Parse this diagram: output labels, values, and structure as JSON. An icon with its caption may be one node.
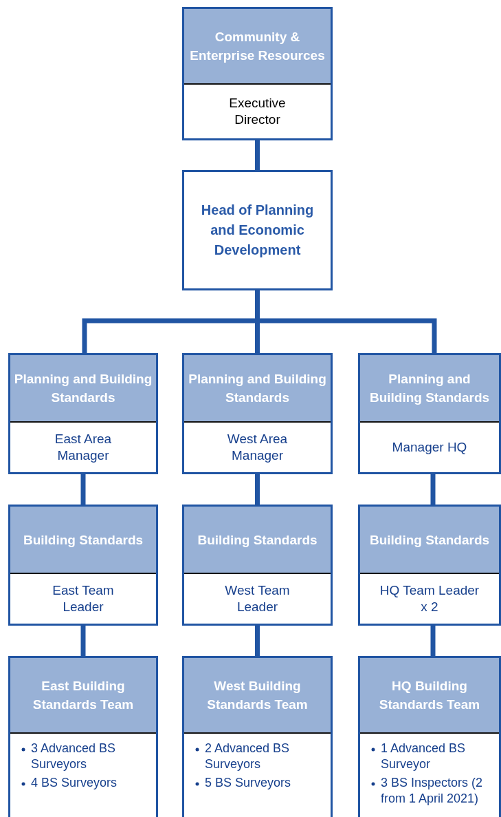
{
  "diagram": {
    "nodes": [
      {
        "text": [
          "Community & Enterprise Resources",
          "Executive Director"
        ]
      },
      {
        "text": [
          "Head of Planning and Economic Development"
        ]
      },
      {
        "text": [
          "Planning and Building Standards",
          "East Area Manager"
        ]
      },
      {
        "text": [
          "Planning and Building Standards",
          "West Area Manager"
        ]
      },
      {
        "text": [
          "Planning and Building Standards",
          "Manager HQ"
        ]
      },
      {
        "text": [
          "Building Standards",
          "East Team Leader"
        ]
      },
      {
        "text": [
          "Building Standards",
          "West Team Leader"
        ]
      },
      {
        "text": [
          "Building Standards",
          "HQ Team Leader x 2"
        ]
      },
      {
        "text": [
          "East Building Standards Team",
          "3 Advanced BS Surveyors",
          "4 BS Surveyors"
        ]
      },
      {
        "text": [
          "West Building Standards Team",
          "2 Advanced BS Surveyors",
          "5 BS Surveyors"
        ]
      },
      {
        "text": [
          "HQ Building Standards Team",
          "1 Advanced BS Surveyor",
          "3 BS Inspectors (2 from 1 April 2021)"
        ]
      }
    ],
    "edges": [
      {
        "from": 0,
        "to": 1,
        "arrow": "none"
      },
      {
        "from": 1,
        "to": 2,
        "arrow": "none"
      },
      {
        "from": 1,
        "to": 3,
        "arrow": "none"
      },
      {
        "from": 1,
        "to": 4,
        "arrow": "none"
      },
      {
        "from": 2,
        "to": 5,
        "arrow": "none"
      },
      {
        "from": 3,
        "to": 6,
        "arrow": "none"
      },
      {
        "from": 4,
        "to": 7,
        "arrow": "none"
      },
      {
        "from": 5,
        "to": 8,
        "arrow": "none"
      },
      {
        "from": 6,
        "to": 9,
        "arrow": "none"
      },
      {
        "from": 7,
        "to": 10,
        "arrow": "none"
      }
    ]
  }
}
